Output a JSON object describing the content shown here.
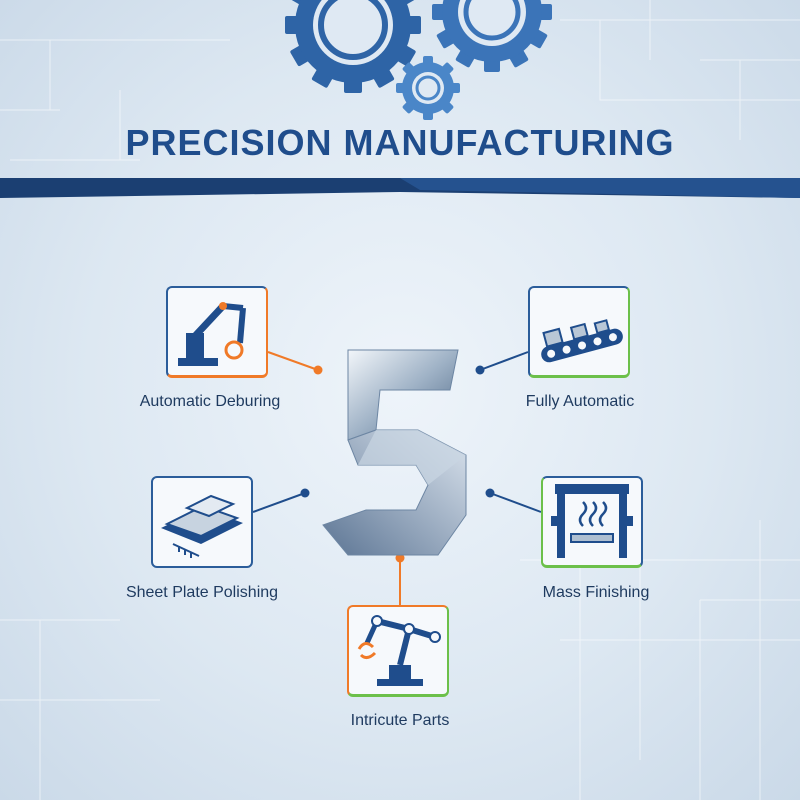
{
  "title": "PRECISION MANUFACTURING",
  "center_numeral": "5",
  "colors": {
    "navy": "#1f4d8c",
    "orange": "#f07a28",
    "green": "#6cc04a",
    "steel": "#8aa0b8"
  },
  "items": [
    {
      "label": "Automatic Deburing",
      "icon": "robot-arm-deburring-icon"
    },
    {
      "label": "Fully Automatic",
      "icon": "conveyor-belt-icon"
    },
    {
      "label": "Sheet Plate Polishing",
      "icon": "sheet-plate-icon"
    },
    {
      "label": "Mass Finishing",
      "icon": "heat-oven-icon"
    },
    {
      "label": "Intricute Parts",
      "icon": "robotic-arm-gripper-icon"
    }
  ]
}
